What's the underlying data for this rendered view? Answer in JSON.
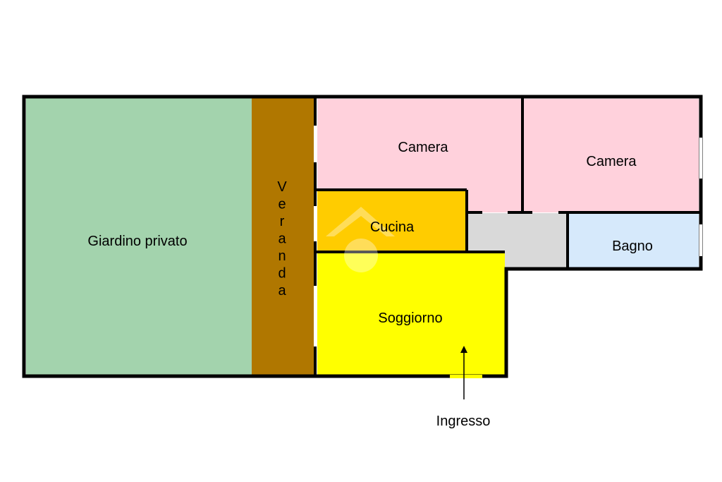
{
  "rooms": {
    "giardino": "Giardino privato",
    "veranda": "Veranda",
    "camera1": "Camera",
    "camera2": "Camera",
    "cucina": "Cucina",
    "bagno": "Bagno",
    "soggiorno": "Soggiorno"
  },
  "entrance": {
    "label": "Ingresso"
  },
  "colors": {
    "giardino": "#a3d3ad",
    "veranda": "#b07700",
    "camera": "#ffd1dc",
    "cucina": "#ffcc00",
    "soggiorno": "#ffff00",
    "bagno": "#d6e9fb",
    "corridoio": "#d9d9d9",
    "wall": "#000000"
  },
  "icons": {
    "watermark": "house-watermark-icon",
    "arrow": "arrow-up-icon"
  }
}
